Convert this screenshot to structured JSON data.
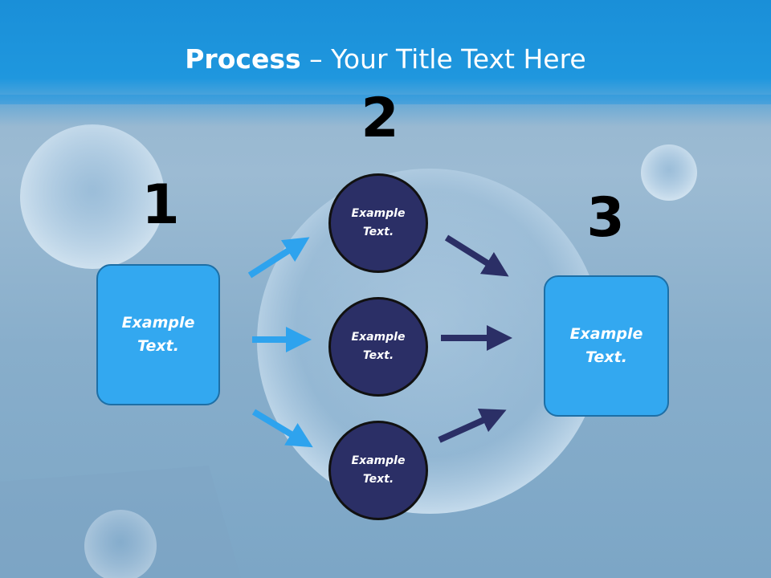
{
  "title": {
    "bold": "Process",
    "rest": " – Your Title Text Here"
  },
  "steps": {
    "one": "1",
    "two": "2",
    "three": "3"
  },
  "left_box": {
    "text": "Example\nText."
  },
  "right_box": {
    "text": "Example\nText."
  },
  "circles": [
    {
      "text": "Example\nText."
    },
    {
      "text": "Example\nText."
    },
    {
      "text": "Example\nText."
    }
  ],
  "colors": {
    "accent": "#33a8f0",
    "circle": "#2b2f66",
    "arrow_light": "#2ea3ee",
    "arrow_dark": "#2b2f66"
  }
}
